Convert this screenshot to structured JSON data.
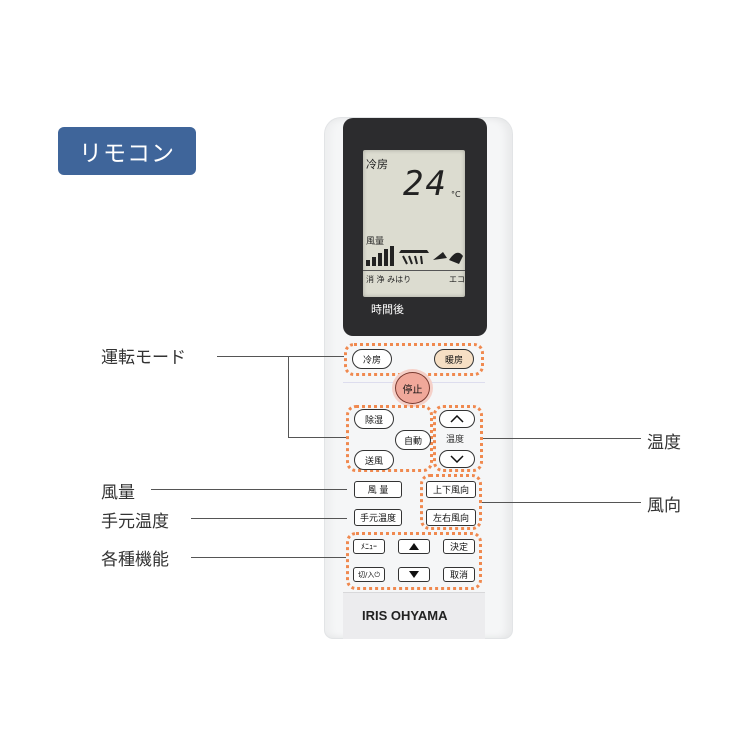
{
  "tag": "リモコン",
  "lcd": {
    "mode": "冷房",
    "temperature": "24",
    "unit": "°C",
    "fan_label": "風量",
    "bottom_left": "消 浄 みはり",
    "bottom_right": "エコ"
  },
  "timer_label": "時間後",
  "buttons": {
    "cool": "冷房",
    "heat": "暖房",
    "stop": "停止",
    "dry": "除湿",
    "auto": "自動",
    "fan": "送風",
    "temp_label": "温度",
    "fan_volume": "風 量",
    "vertical_dir": "上下風向",
    "hand_temp": "手元温度",
    "horizontal_dir": "左右風向",
    "menu": "ﾒﾆｭｰ",
    "confirm": "決定",
    "onoff": "切/入⏻",
    "cancel": "取消"
  },
  "callouts": {
    "mode": "運転モード",
    "temp": "温度",
    "fan": "風量",
    "direction": "風向",
    "hand_temp": "手元温度",
    "functions": "各種機能"
  },
  "brand": "IRIS OHYAMA",
  "colors": {
    "tag_bg": "#3f659a",
    "highlight": "#f0894f",
    "stop": "#f0a89a",
    "heat_button": "#f6dfc4"
  }
}
